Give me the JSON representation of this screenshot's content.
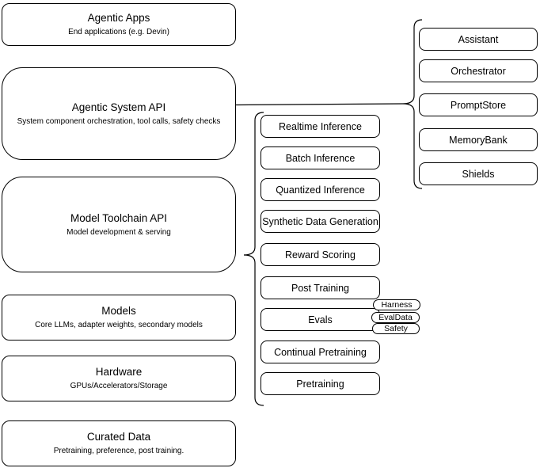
{
  "diagram": {
    "left_column": [
      {
        "title": "Agentic Apps",
        "subtitle": "End applications (e.g. Devin)"
      },
      {
        "title": "Agentic System API",
        "subtitle": "System component orchestration, tool calls, safety checks"
      },
      {
        "title": "Model Toolchain API",
        "subtitle": "Model development & serving"
      },
      {
        "title": "Models",
        "subtitle": "Core LLMs, adapter weights, secondary models"
      },
      {
        "title": "Hardware",
        "subtitle": "GPUs/Accelerators/Storage"
      },
      {
        "title": "Curated Data",
        "subtitle": "Pretraining, preference, post training."
      }
    ],
    "toolchain_components": [
      "Realtime Inference",
      "Batch Inference",
      "Quantized Inference",
      "Synthetic Data Generation",
      "Reward Scoring",
      "Post Training",
      "Evals",
      "Continual Pretraining",
      "Pretraining"
    ],
    "eval_tags": [
      "Harness",
      "EvalData",
      "Safety"
    ],
    "system_components": [
      "Assistant",
      "Orchestrator",
      "PromptStore",
      "MemoryBank",
      "Shields"
    ],
    "colors": {
      "stroke": "#000000",
      "background": "#ffffff",
      "text": "#000000"
    }
  }
}
